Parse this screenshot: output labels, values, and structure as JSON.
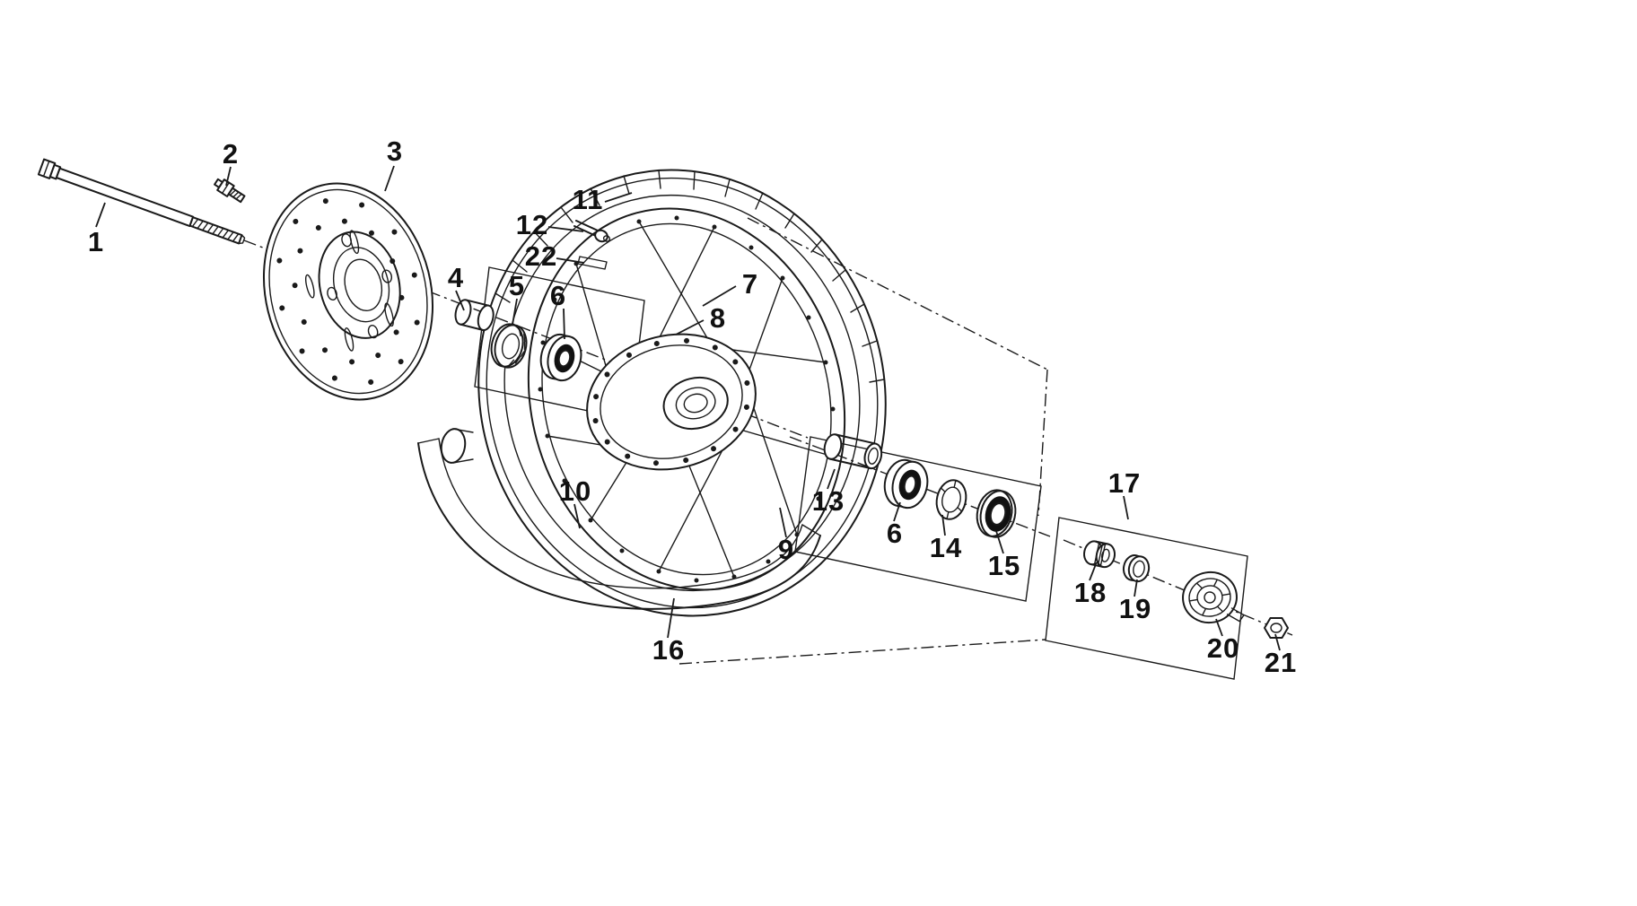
{
  "page": {
    "background": "#ffffff",
    "line_color": "#1a1a1a"
  },
  "diagram": {
    "type": "exploded-parts-diagram",
    "callouts": [
      "1",
      "2",
      "3",
      "4",
      "5",
      "6",
      "7",
      "8",
      "9",
      "10",
      "11",
      "12",
      "13",
      "14",
      "15",
      "16",
      "17",
      "18",
      "19",
      "20",
      "21",
      "22",
      "6"
    ]
  }
}
